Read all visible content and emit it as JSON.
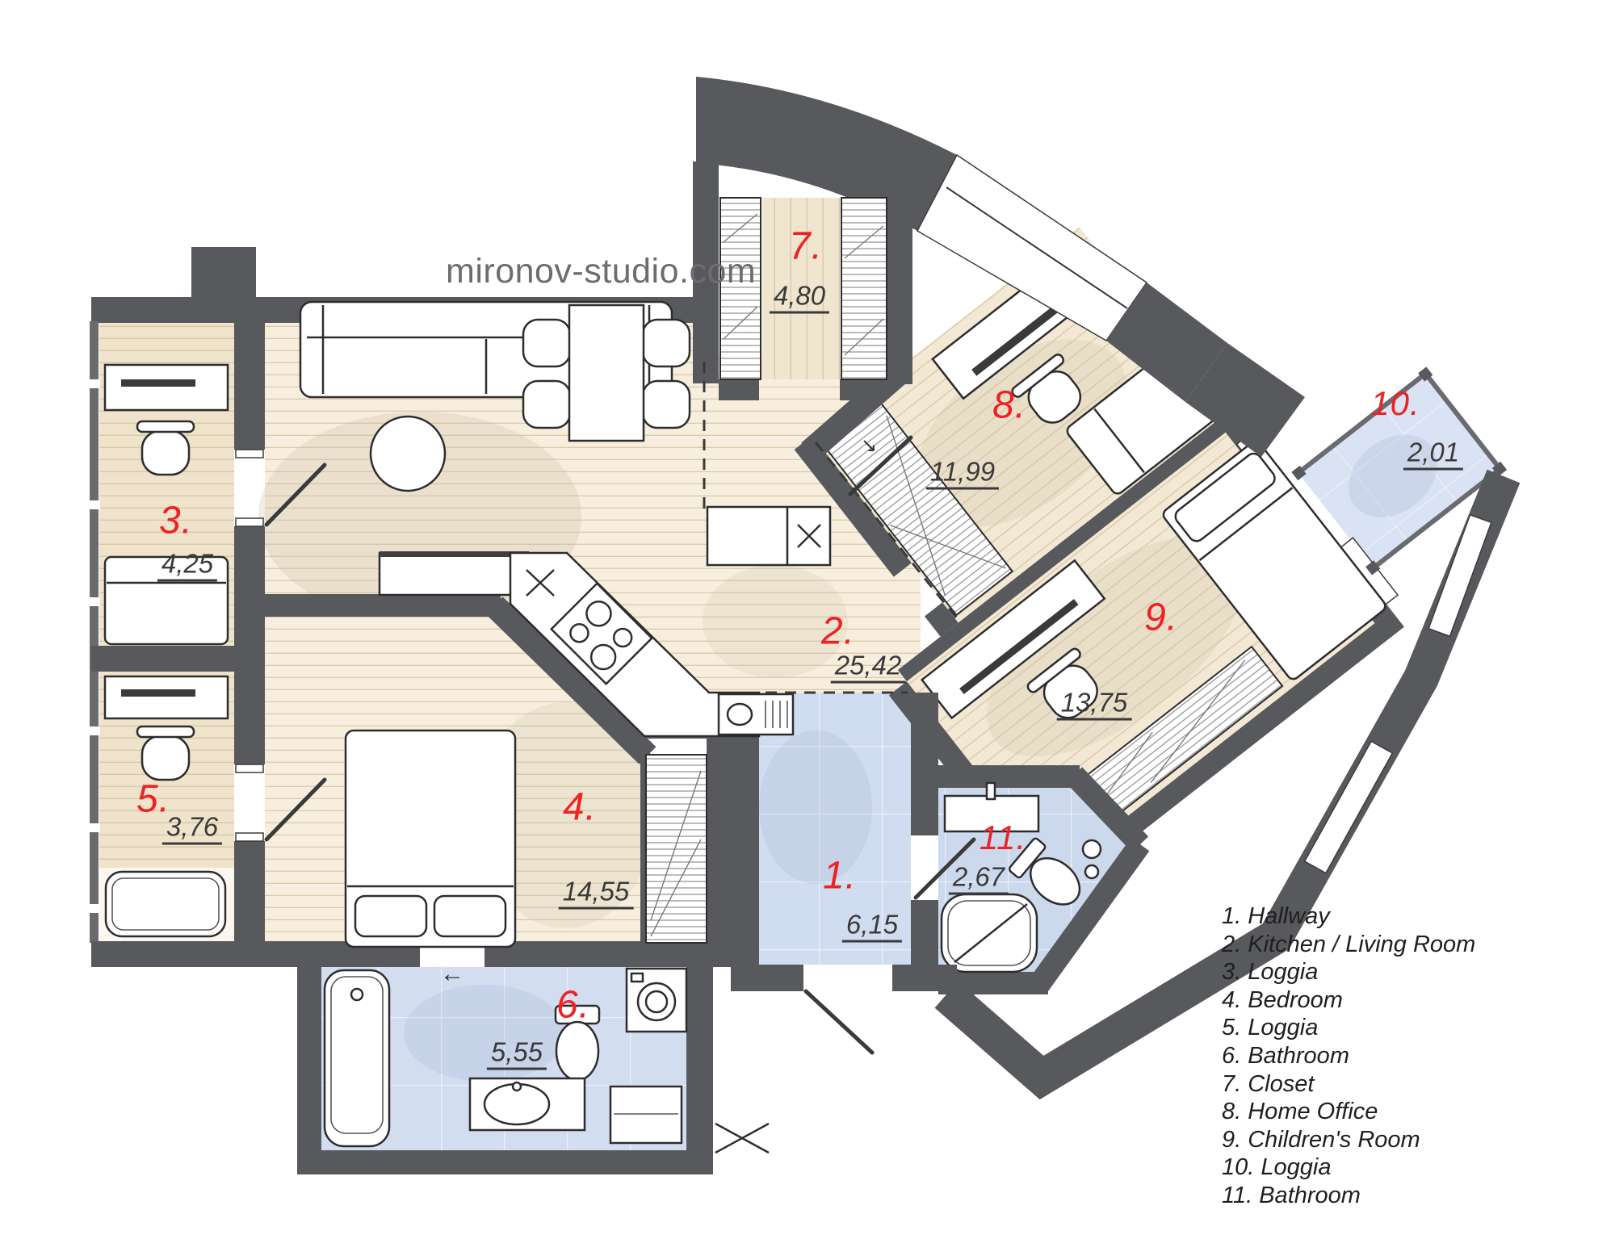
{
  "watermark": "mironov-studio.com",
  "rooms": [
    {
      "number_label": "1.",
      "area": "6,15",
      "name": "Hallway"
    },
    {
      "number_label": "2.",
      "area": "25,42",
      "name": "Kitchen / Living Room"
    },
    {
      "number_label": "3.",
      "area": "4,25",
      "name": "Loggia"
    },
    {
      "number_label": "4.",
      "area": "14,55",
      "name": "Bedroom"
    },
    {
      "number_label": "5.",
      "area": "3,76",
      "name": "Loggia"
    },
    {
      "number_label": "6.",
      "area": "5,55",
      "name": "Bathroom"
    },
    {
      "number_label": "7.",
      "area": "4,80",
      "name": "Closet"
    },
    {
      "number_label": "8.",
      "area": "11,99",
      "name": "Home Office"
    },
    {
      "number_label": "9.",
      "area": "13,75",
      "name": "Children's Room"
    },
    {
      "number_label": "10.",
      "area": "2,01",
      "name": "Loggia"
    },
    {
      "number_label": "11.",
      "area": "2,67",
      "name": "Bathroom"
    }
  ],
  "legend": {
    "items": [
      "1. Hallway",
      "2. Kitchen / Living Room",
      "3. Loggia",
      "4. Bedroom",
      "5. Loggia",
      "6. Bathroom",
      "7. Closet",
      "8. Home Office",
      "9. Children's Room",
      "10. Loggia",
      "11. Bathroom"
    ]
  },
  "annotations": {
    "bedroom_door_arrow": "←",
    "closet_entry_arrow": "↘"
  },
  "colors": {
    "room_number": "#ee2222",
    "area_text": "#3a3a3a",
    "walls": "#58595d",
    "wood_floor": "#f7eedd",
    "loggia_wood": "#efe3cb",
    "wing_wood": "#f3e8d3",
    "tile_blue": "#d0dcf0",
    "legend_text": "#1f1f1f",
    "watermark": "#6d6d6d"
  }
}
